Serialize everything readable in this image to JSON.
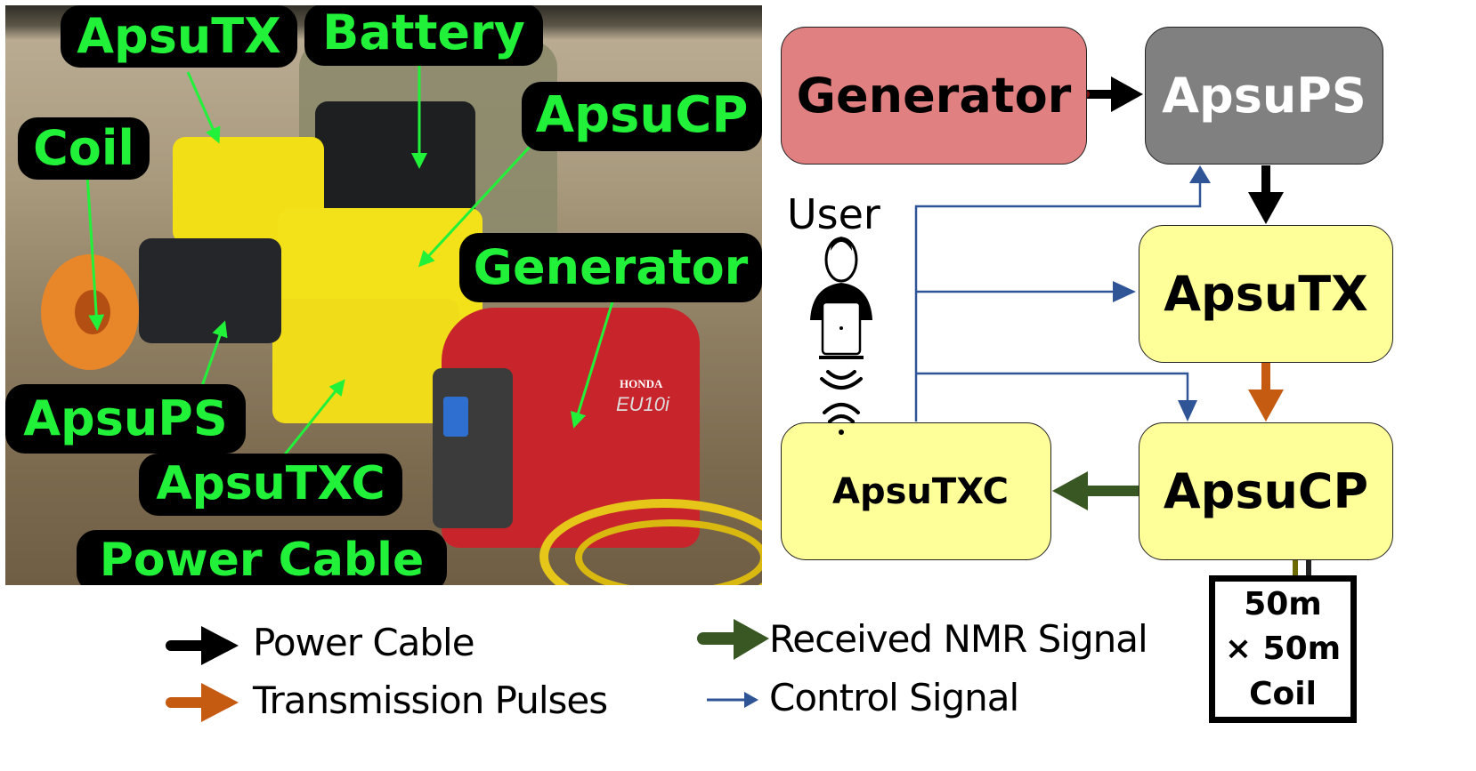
{
  "photo": {
    "labels": {
      "apsutx": "ApsuTX",
      "battery": "Battery",
      "apsucp": "ApsuCP",
      "coil": "Coil",
      "generator": "Generator",
      "apsups": "ApsuPS",
      "apsutxc": "ApsuTXC",
      "power_cable": "Power Cable"
    },
    "generator_brand": "HONDA",
    "generator_model": "EU10i",
    "label_color": "#22f13a"
  },
  "diagram": {
    "blocks": {
      "generator": {
        "label": "Generator",
        "fill": "#e08080"
      },
      "apsups": {
        "label": "ApsuPS",
        "fill": "#808080"
      },
      "apsutx": {
        "label": "ApsuTX",
        "fill": "#ffff99"
      },
      "apsucp": {
        "label": "ApsuCP",
        "fill": "#ffff99"
      },
      "apsutxc": {
        "label": "ApsuTXC",
        "fill": "#ffff99"
      }
    },
    "user_label": "User",
    "coil": {
      "line1": "50m",
      "line2": "× 50m",
      "line3": "Coil"
    },
    "colors": {
      "power": "#000000",
      "transmission": "#c55a11",
      "received": "#385723",
      "control": "#2f5597"
    }
  },
  "legend": {
    "power_cable": "Power Cable",
    "transmission_pulses": "Transmission Pulses",
    "received_nmr": "Received NMR Signal",
    "control_signal": "Control Signal"
  }
}
